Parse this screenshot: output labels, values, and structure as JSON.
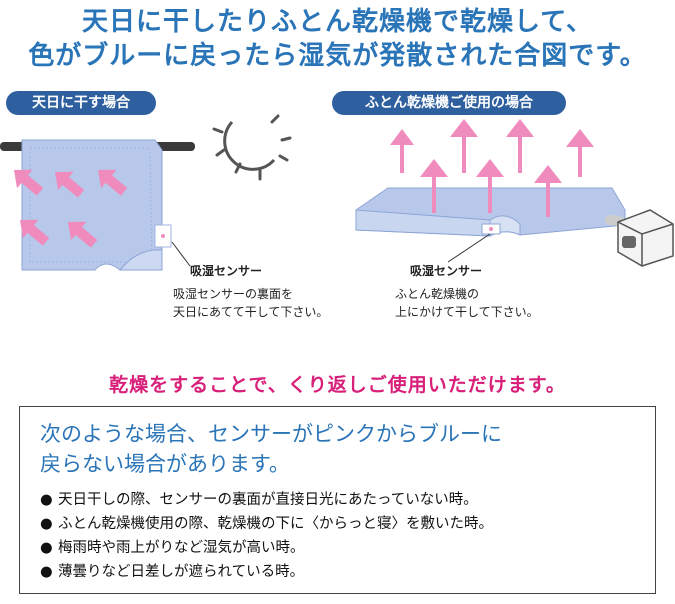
{
  "headline": {
    "line1": "天日に干したりふとん乾燥機で乾燥して、",
    "line2": "色がブルーに戻ったら湿気が発散された合図です。"
  },
  "left_panel": {
    "label": "天日に干す場合",
    "sensor_label": "吸湿センサー",
    "note_line1": "吸湿センサーの裏面を",
    "note_line2": "天日にあてて干して下さい。"
  },
  "right_panel": {
    "label": "ふとん乾燥機ご使用の場合",
    "sensor_label": "吸湿センサー",
    "note_line1": "ふとん乾燥機の",
    "note_line2": "上にかけて干して下さい。"
  },
  "tagline": "乾燥をすることで、くり返しご使用いただけます。",
  "notice": {
    "title_line1": "次のような場合、センサーがピンクからブルーに",
    "title_line2": "戻らない場合があります。",
    "items": [
      "天日干しの際、センサーの裏面が直接日光にあたっていない時。",
      "ふとん乾燥機使用の際、乾燥機の下に〈からっと寝〉を敷いた時。",
      "梅雨時や雨上がりなど湿気が高い時。",
      "薄曇りなど日差しが遮られている時。"
    ]
  },
  "colors": {
    "headline_blue": "#2a74b8",
    "label_navy": "#2e5f9e",
    "arrow_pink": "#f08bbd",
    "tagline_magenta": "#d8207a",
    "futon_blue": "#b7c8ea"
  },
  "icons": [
    "sun-icon",
    "bullet-dot-icon",
    "up-arrow-icon",
    "diagonal-arrow-icon"
  ]
}
